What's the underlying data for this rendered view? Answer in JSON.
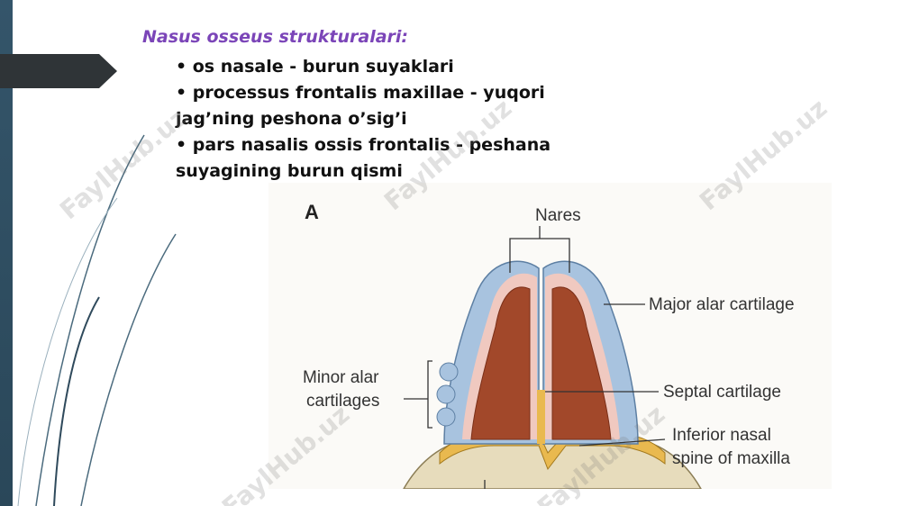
{
  "slide": {
    "title": "Nasus osseus strukturalari:",
    "bullets": [
      "• os nasale - burun suyaklari",
      "• processus frontalis maxillae - yuqori jag’ning peshona o’sig’i",
      "• pars nasalis ossis frontalis - peshana suyagining burun qismi"
    ]
  },
  "figure": {
    "panel_label": "A",
    "labels": {
      "nares": "Nares",
      "major_alar": "Major alar cartilage",
      "minor_alar_1": "Minor alar",
      "minor_alar_2": "cartilages",
      "septal": "Septal cartilage",
      "inferior_1": "Inferior nasal",
      "inferior_2": "spine of maxilla"
    }
  },
  "watermark": "FaylHub.uz",
  "colors": {
    "title": "#7b45b8",
    "cartilage_blue": "#a8c3df",
    "naris_brown": "#a2482a",
    "skin_pink": "#f0c9c0",
    "septal_yellow": "#e9b94f",
    "sidebar": "#34556a"
  }
}
